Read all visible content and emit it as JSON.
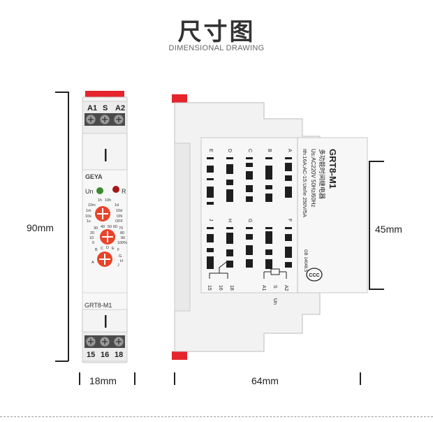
{
  "header": {
    "title_cn": "尺寸图",
    "title_en": "DIMENSIONAL DRAWING"
  },
  "dimensions": {
    "height": "90mm",
    "width": "18mm",
    "depth": "64mm",
    "label_height": "45mm"
  },
  "front_panel": {
    "top_terminals": [
      "A1",
      "S",
      "A2"
    ],
    "brand": "GEYA",
    "led_un": "Un",
    "led_r": "R",
    "time_range_labels": [
      "1h",
      "10h",
      "10m",
      "1d",
      "1m",
      "10d",
      "10s",
      "ON",
      "1s",
      "OFF"
    ],
    "percent_labels": [
      "30",
      "40",
      "50",
      "60",
      "70",
      "20",
      "80",
      "10",
      "90",
      "0",
      "100%"
    ],
    "mode_labels": [
      "B",
      "C",
      "D",
      "E",
      "F",
      "A",
      "G",
      "H",
      "J"
    ],
    "model": "GRT8-M1",
    "bottom_terminals": [
      "15",
      "16",
      "18"
    ]
  },
  "side_label": {
    "model": "GRT8-M1",
    "name_cn": "多功能时间继电器",
    "supply": "Us:AC220V 50Hz/60Hz",
    "rating": "Ith:16A;AC-15:Ue/Ie 250V/5A",
    "standard": "GB 14048.5",
    "cert": "CCC",
    "mode_letters_top": [
      "E",
      "D",
      "C",
      "B",
      "A"
    ],
    "mode_letters_bottom": [
      "J",
      "H",
      "G",
      "F"
    ],
    "wiring_terminals": [
      "15",
      "16",
      "18",
      "A1",
      "S",
      "A2"
    ],
    "wiring_un": "Un"
  },
  "colors": {
    "accent_red": "#e5242c",
    "knob_red": "#e8442a",
    "body": "#f4f4f4",
    "outline": "#bdbdbd"
  }
}
